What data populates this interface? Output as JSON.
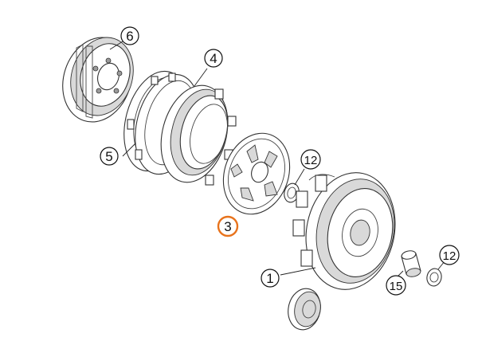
{
  "diagram": {
    "accent_color": "#e8731c",
    "selected_callout": "3",
    "callouts": [
      {
        "id": "c6",
        "label": "6"
      },
      {
        "id": "c4",
        "label": "4"
      },
      {
        "id": "c5",
        "label": "5"
      },
      {
        "id": "c12a",
        "label": "12"
      },
      {
        "id": "c3",
        "label": "3"
      },
      {
        "id": "c12b",
        "label": "12"
      },
      {
        "id": "c1",
        "label": "1"
      },
      {
        "id": "c15",
        "label": "15"
      }
    ]
  }
}
